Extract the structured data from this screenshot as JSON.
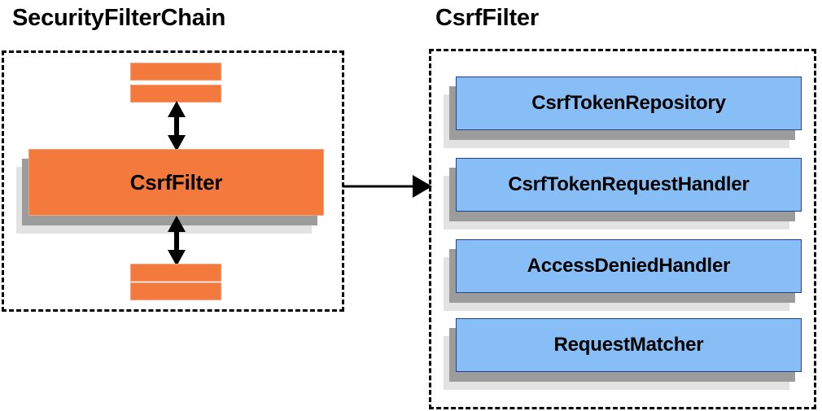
{
  "diagram": {
    "type": "architecture-block-diagram",
    "background_color": "#FFFFFF",
    "colors": {
      "orange_fill": "#F4793C",
      "orange_border": "#F9A07A",
      "blue_fill": "#87BEF6",
      "blue_border": "#21418C",
      "shadow_near": "#9C9C9C",
      "shadow_far": "#E2E2E2",
      "outline": "#000000"
    }
  },
  "left_panel": {
    "title": "SecurityFilterChain",
    "container_style": "dashed-rectangle",
    "filters_above": [
      {
        "label": ""
      },
      {
        "label": ""
      }
    ],
    "highlighted_filter": {
      "label": "CsrfFilter"
    },
    "filters_below": [
      {
        "label": ""
      },
      {
        "label": ""
      }
    ],
    "connectors": [
      {
        "name": "arrow-above-csrffilter",
        "style": "double-headed-vertical"
      },
      {
        "name": "arrow-below-csrffilter",
        "style": "double-headed-vertical"
      }
    ]
  },
  "link": {
    "name": "csrffilter-detail-arrow",
    "style": "single-headed-horizontal",
    "from": "CsrfFilter",
    "to": "CsrfFilter details"
  },
  "right_panel": {
    "title": "CsrfFilter",
    "container_style": "dashed-rectangle",
    "collaborators": [
      {
        "label": "CsrfTokenRepository"
      },
      {
        "label": "CsrfTokenRequestHandler"
      },
      {
        "label": "AccessDeniedHandler"
      },
      {
        "label": "RequestMatcher"
      }
    ]
  }
}
